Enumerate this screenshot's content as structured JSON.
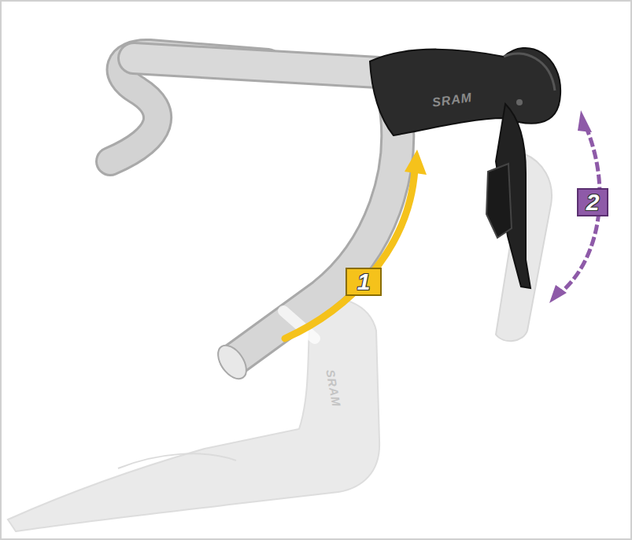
{
  "diagram": {
    "labels": [
      "1",
      "2",
      "SRAM",
      "SRAM"
    ]
  }
}
